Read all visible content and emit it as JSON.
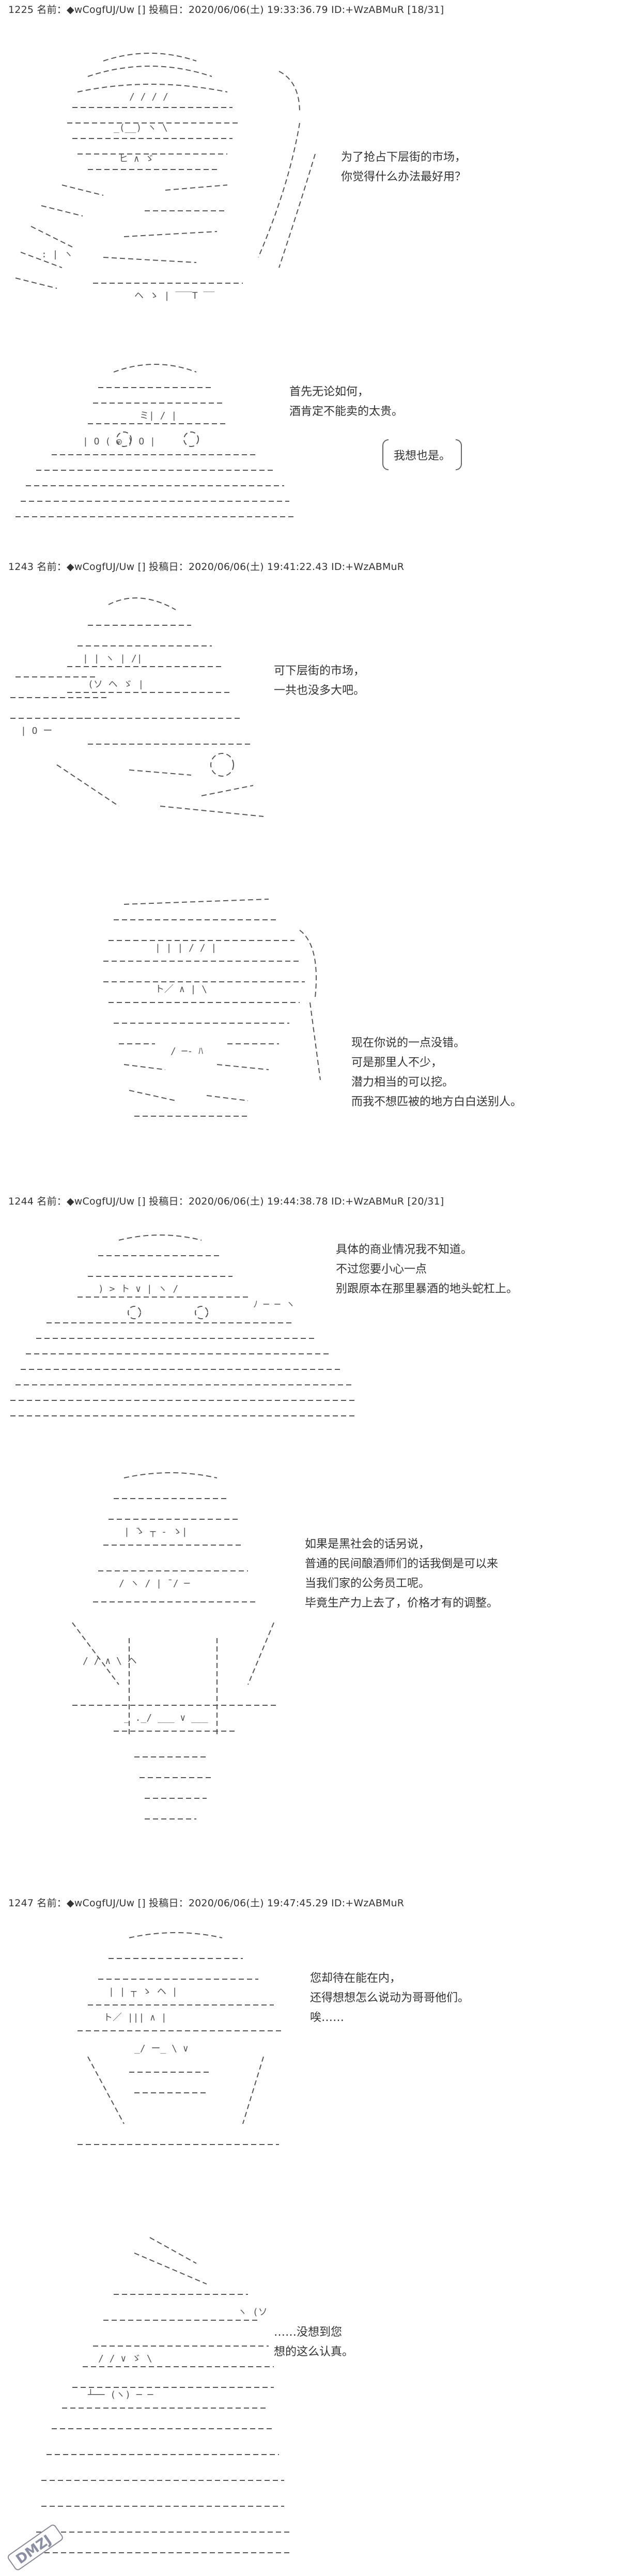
{
  "posts": [
    {
      "header": "1225 名前：◆wCogfUJ/Uw [] 投稿日：2020/06/06(土) 19:33:36.79 ID:+WzABMuR [18/31]",
      "panels": [
        {
          "lines": [
            "为了抢占下层街的市场，",
            "你觉得什么办法最好用？"
          ]
        },
        {
          "lines": [
            "首先无论如何，",
            "酒肯定不能卖的太贵。"
          ],
          "bubble": "我想也是。"
        }
      ]
    },
    {
      "header": "1243 名前：◆wCogfUJ/Uw [] 投稿日：2020/06/06(土) 19:41:22.43 ID:+WzABMuR",
      "panels": [
        {
          "lines": [
            "可下层街的市场，",
            "一共也没多大吧。"
          ]
        },
        {
          "lines": [
            "现在你说的一点没错。",
            "可是那里人不少，",
            "潜力相当的可以挖。",
            "而我不想匹被的地方白白送别人。"
          ]
        }
      ]
    },
    {
      "header": "1244 名前：◆wCogfUJ/Uw [] 投稿日：2020/06/06(土) 19:44:38.78 ID:+WzABMuR [20/31]",
      "panels": [
        {
          "lines": [
            "具体的商业情况我不知道。",
            "不过您要小心一点",
            "别跟原本在那里暴酒的地头蛇杠上。"
          ]
        },
        {
          "lines": [
            "如果是黑社会的话另说，",
            "普通的民间酿酒师们的话我倒是可以来",
            "当我们家的公务员工呢。",
            "毕竟生产力上去了，价格才有的调整。"
          ]
        }
      ]
    },
    {
      "header": "1247 名前：◆wCogfUJ/Uw [] 投稿日：2020/06/06(土) 19:47:45.29 ID:+WzABMuR",
      "panels": [
        {
          "lines": [
            "您却待在能在内，",
            "还得想想怎么说动为哥哥他们。",
            "唉……"
          ]
        },
        {
          "lines": [
            "……没想到您",
            "想的这么认真。"
          ]
        }
      ]
    }
  ],
  "colors": {
    "text": "#333333",
    "art": "#555555",
    "background": "#ffffff"
  }
}
